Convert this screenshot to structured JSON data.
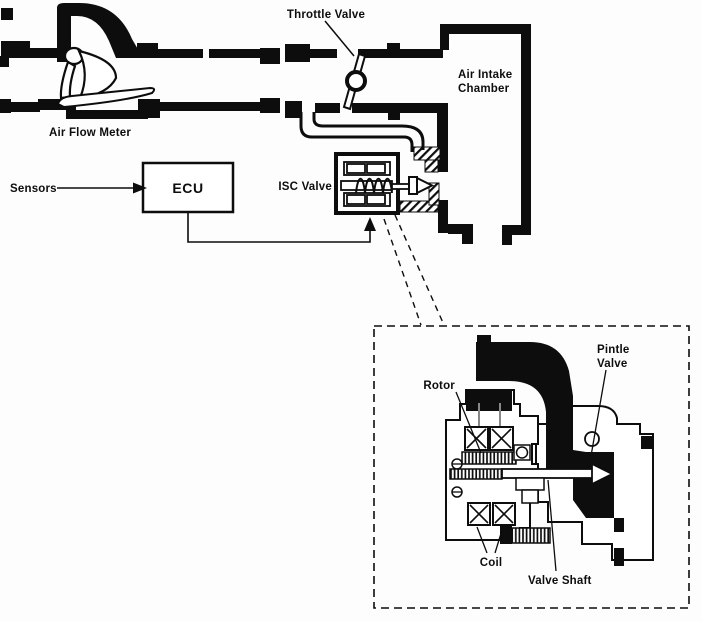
{
  "colors": {
    "ink": "#0d0d0d",
    "background": "#fdfdfd"
  },
  "main_diagram": {
    "throttle_valve_label": "Throttle Valve",
    "air_intake_chamber_label_line1": "Air Intake",
    "air_intake_chamber_label_line2": "Chamber",
    "air_flow_meter_label": "Air Flow Meter",
    "sensors_label": "Sensors",
    "ecu_label": "ECU",
    "isc_valve_label": "ISC Valve"
  },
  "inset_detail": {
    "rotor_label": "Rotor",
    "pintle_valve_label_line1": "Pintle",
    "pintle_valve_label_line2": "Valve",
    "coil_label": "Coil",
    "valve_shaft_label": "Valve Shaft"
  }
}
